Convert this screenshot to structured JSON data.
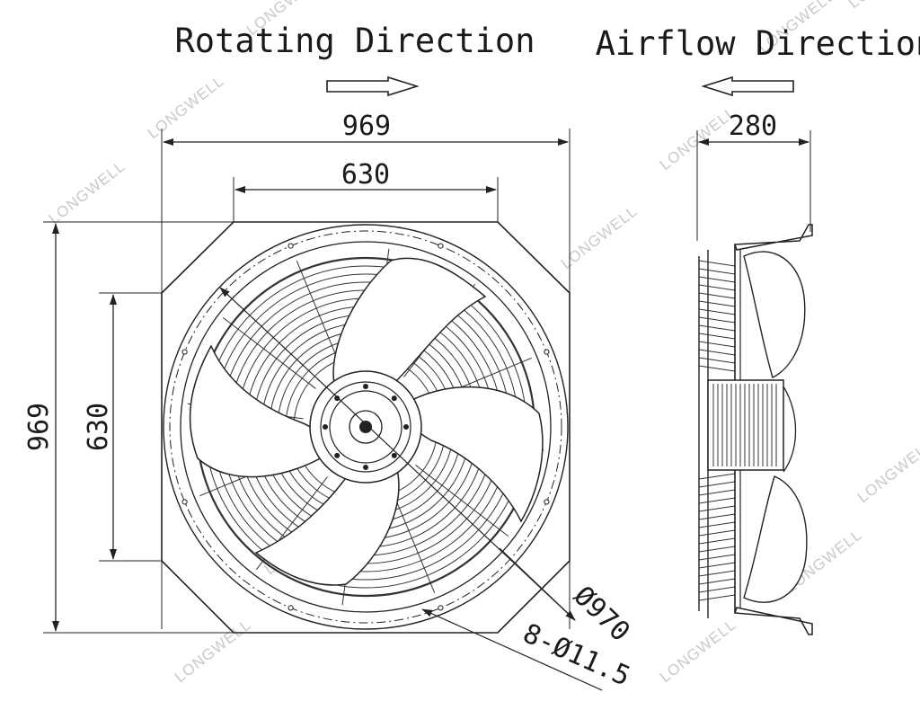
{
  "titles": {
    "rotating": "Rotating Direction",
    "airflow": "Airflow Direction"
  },
  "dimensions": {
    "overall_width": "969",
    "inner_width": "630",
    "overall_height": "969",
    "inner_height": "630",
    "side_depth": "280",
    "diameter": "Ø970",
    "mounting_holes": "8-Ø11.5"
  },
  "watermark": "LONGWELL",
  "colors": {
    "line": "#222222",
    "watermark": "#c9c9c9",
    "background": "#ffffff"
  }
}
